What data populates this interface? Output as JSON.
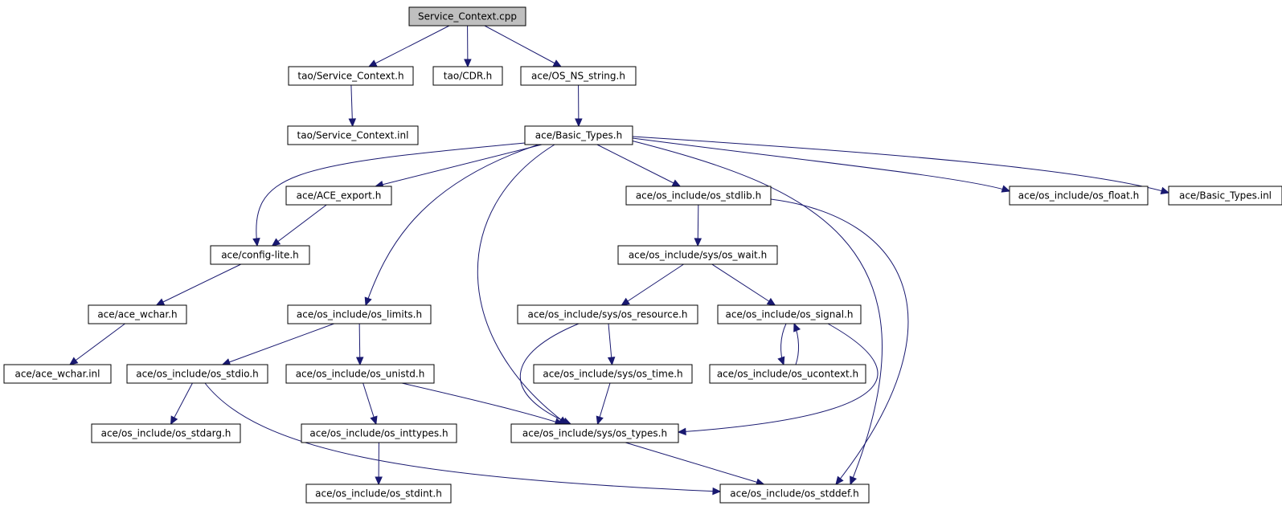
{
  "colors": {
    "edge": "#191970",
    "node_border": "#000000",
    "node_fill": "#ffffff",
    "root_fill": "#bfbfbf",
    "text": "#000000"
  },
  "nodes": [
    {
      "id": "service-context-cpp",
      "label": "Service_Context.cpp"
    },
    {
      "id": "tao-service-context-h",
      "label": "tao/Service_Context.h"
    },
    {
      "id": "tao-cdr-h",
      "label": "tao/CDR.h"
    },
    {
      "id": "ace-os-ns-string-h",
      "label": "ace/OS_NS_string.h"
    },
    {
      "id": "tao-service-context-inl",
      "label": "tao/Service_Context.inl"
    },
    {
      "id": "ace-basic-types-h",
      "label": "ace/Basic_Types.h"
    },
    {
      "id": "ace-ace-export-h",
      "label": "ace/ACE_export.h"
    },
    {
      "id": "ace-os-stdlib-h",
      "label": "ace/os_include/os_stdlib.h"
    },
    {
      "id": "ace-os-float-h",
      "label": "ace/os_include/os_float.h"
    },
    {
      "id": "ace-basic-types-inl",
      "label": "ace/Basic_Types.inl"
    },
    {
      "id": "ace-config-lite-h",
      "label": "ace/config-lite.h"
    },
    {
      "id": "ace-sys-os-wait-h",
      "label": "ace/os_include/sys/os_wait.h"
    },
    {
      "id": "ace-ace-wchar-h",
      "label": "ace/ace_wchar.h"
    },
    {
      "id": "ace-os-limits-h",
      "label": "ace/os_include/os_limits.h"
    },
    {
      "id": "ace-sys-os-resource-h",
      "label": "ace/os_include/sys/os_resource.h"
    },
    {
      "id": "ace-os-signal-h",
      "label": "ace/os_include/os_signal.h"
    },
    {
      "id": "ace-ace-wchar-inl",
      "label": "ace/ace_wchar.inl"
    },
    {
      "id": "ace-os-stdio-h",
      "label": "ace/os_include/os_stdio.h"
    },
    {
      "id": "ace-os-unistd-h",
      "label": "ace/os_include/os_unistd.h"
    },
    {
      "id": "ace-sys-os-time-h",
      "label": "ace/os_include/sys/os_time.h"
    },
    {
      "id": "ace-os-ucontext-h",
      "label": "ace/os_include/os_ucontext.h"
    },
    {
      "id": "ace-os-stdarg-h",
      "label": "ace/os_include/os_stdarg.h"
    },
    {
      "id": "ace-os-inttypes-h",
      "label": "ace/os_include/os_inttypes.h"
    },
    {
      "id": "ace-sys-os-types-h",
      "label": "ace/os_include/sys/os_types.h"
    },
    {
      "id": "ace-os-stdint-h",
      "label": "ace/os_include/os_stdint.h"
    },
    {
      "id": "ace-os-stddef-h",
      "label": "ace/os_include/os_stddef.h"
    }
  ],
  "edges": [
    {
      "from": "service-context-cpp",
      "to": "tao-service-context-h"
    },
    {
      "from": "service-context-cpp",
      "to": "tao-cdr-h"
    },
    {
      "from": "service-context-cpp",
      "to": "ace-os-ns-string-h"
    },
    {
      "from": "tao-service-context-h",
      "to": "tao-service-context-inl"
    },
    {
      "from": "ace-os-ns-string-h",
      "to": "ace-basic-types-h"
    },
    {
      "from": "ace-basic-types-h",
      "to": "ace-config-lite-h"
    },
    {
      "from": "ace-basic-types-h",
      "to": "ace-ace-export-h"
    },
    {
      "from": "ace-basic-types-h",
      "to": "ace-os-limits-h"
    },
    {
      "from": "ace-basic-types-h",
      "to": "ace-sys-os-types-h"
    },
    {
      "from": "ace-basic-types-h",
      "to": "ace-os-stdlib-h"
    },
    {
      "from": "ace-basic-types-h",
      "to": "ace-os-stddef-h"
    },
    {
      "from": "ace-basic-types-h",
      "to": "ace-os-float-h"
    },
    {
      "from": "ace-basic-types-h",
      "to": "ace-basic-types-inl"
    },
    {
      "from": "ace-ace-export-h",
      "to": "ace-config-lite-h"
    },
    {
      "from": "ace-config-lite-h",
      "to": "ace-ace-wchar-h"
    },
    {
      "from": "ace-ace-wchar-h",
      "to": "ace-ace-wchar-inl"
    },
    {
      "from": "ace-os-stdlib-h",
      "to": "ace-sys-os-wait-h"
    },
    {
      "from": "ace-os-stdlib-h",
      "to": "ace-os-stddef-h"
    },
    {
      "from": "ace-sys-os-wait-h",
      "to": "ace-sys-os-resource-h"
    },
    {
      "from": "ace-sys-os-wait-h",
      "to": "ace-os-signal-h"
    },
    {
      "from": "ace-os-limits-h",
      "to": "ace-os-stdio-h"
    },
    {
      "from": "ace-os-limits-h",
      "to": "ace-os-unistd-h"
    },
    {
      "from": "ace-sys-os-resource-h",
      "to": "ace-sys-os-time-h"
    },
    {
      "from": "ace-sys-os-resource-h",
      "to": "ace-sys-os-types-h"
    },
    {
      "from": "ace-os-signal-h",
      "to": "ace-os-ucontext-h"
    },
    {
      "from": "ace-os-signal-h",
      "to": "ace-sys-os-types-h"
    },
    {
      "from": "ace-os-ucontext-h",
      "to": "ace-os-signal-h"
    },
    {
      "from": "ace-os-stdio-h",
      "to": "ace-os-stdarg-h"
    },
    {
      "from": "ace-os-stdio-h",
      "to": "ace-os-stddef-h"
    },
    {
      "from": "ace-os-unistd-h",
      "to": "ace-os-inttypes-h"
    },
    {
      "from": "ace-os-unistd-h",
      "to": "ace-sys-os-types-h"
    },
    {
      "from": "ace-sys-os-time-h",
      "to": "ace-sys-os-types-h"
    },
    {
      "from": "ace-os-inttypes-h",
      "to": "ace-os-stdint-h"
    },
    {
      "from": "ace-sys-os-types-h",
      "to": "ace-os-stddef-h"
    }
  ]
}
